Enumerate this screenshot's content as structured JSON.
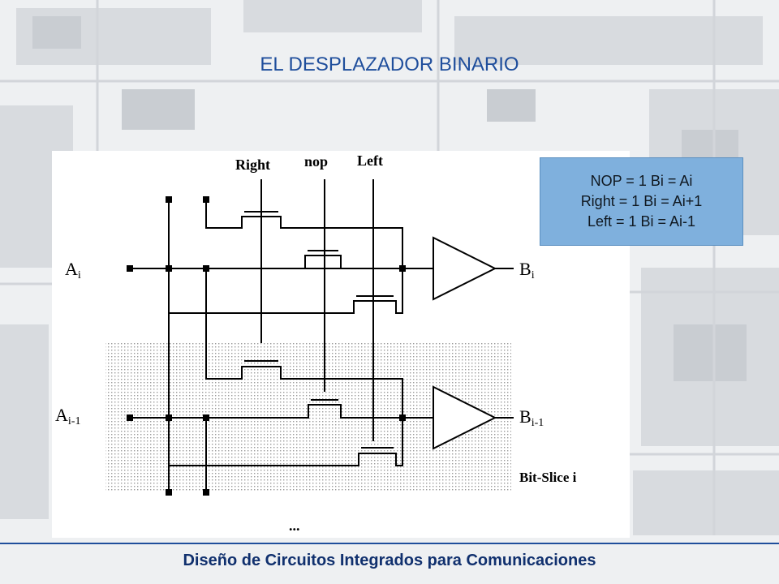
{
  "title": "EL DESPLAZADOR BINARIO",
  "footer": "Diseño de Circuitos Integrados para Comunicaciones",
  "controls": {
    "right": "Right",
    "nop": "nop",
    "left": "Left"
  },
  "inputs": {
    "ai_base": "A",
    "ai_sub": "i",
    "ai1_base": "A",
    "ai1_sub": "i-1"
  },
  "outputs": {
    "bi_base": "B",
    "bi_sub": "i",
    "bi1_base": "B",
    "bi1_sub": "i-1"
  },
  "slice_label": "Bit-Slice i",
  "ellipsis": "...",
  "note": {
    "line1": "NOP = 1 Bi = Ai",
    "line2": "Right = 1 Bi = Ai+1",
    "line3": "Left = 1 Bi = Ai-1"
  },
  "colors": {
    "title": "#1f4e9c",
    "note_bg": "#7fb0dd",
    "footer": "#10306e"
  }
}
